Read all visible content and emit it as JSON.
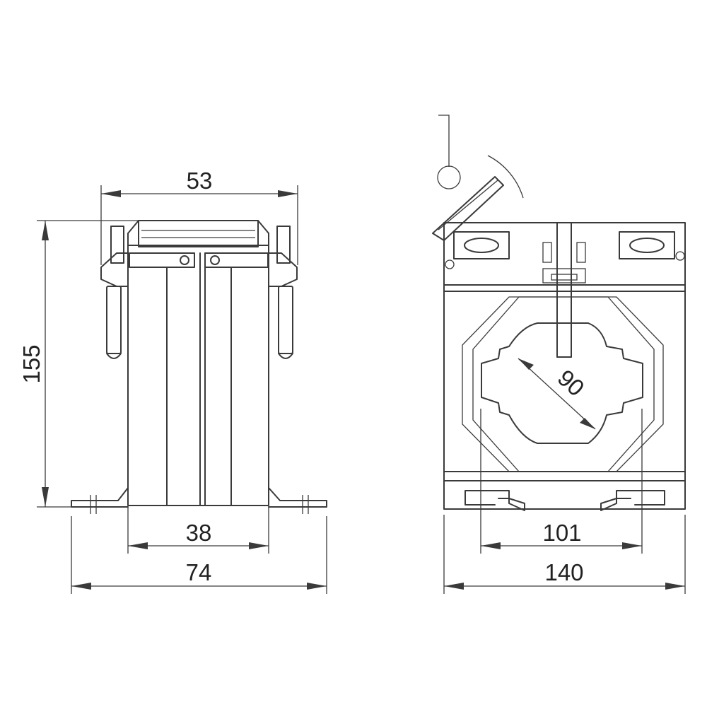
{
  "drawing": {
    "colors": {
      "line": "#3a3a3a",
      "text": "#222222",
      "background": "#ffffff"
    },
    "front_view": {
      "dims": {
        "top_width": "53",
        "height": "155",
        "body_width": "38",
        "overall_width": "74"
      }
    },
    "side_view": {
      "dims": {
        "window_diameter": "90",
        "mount_spacing": "101",
        "overall_width": "140"
      }
    }
  }
}
